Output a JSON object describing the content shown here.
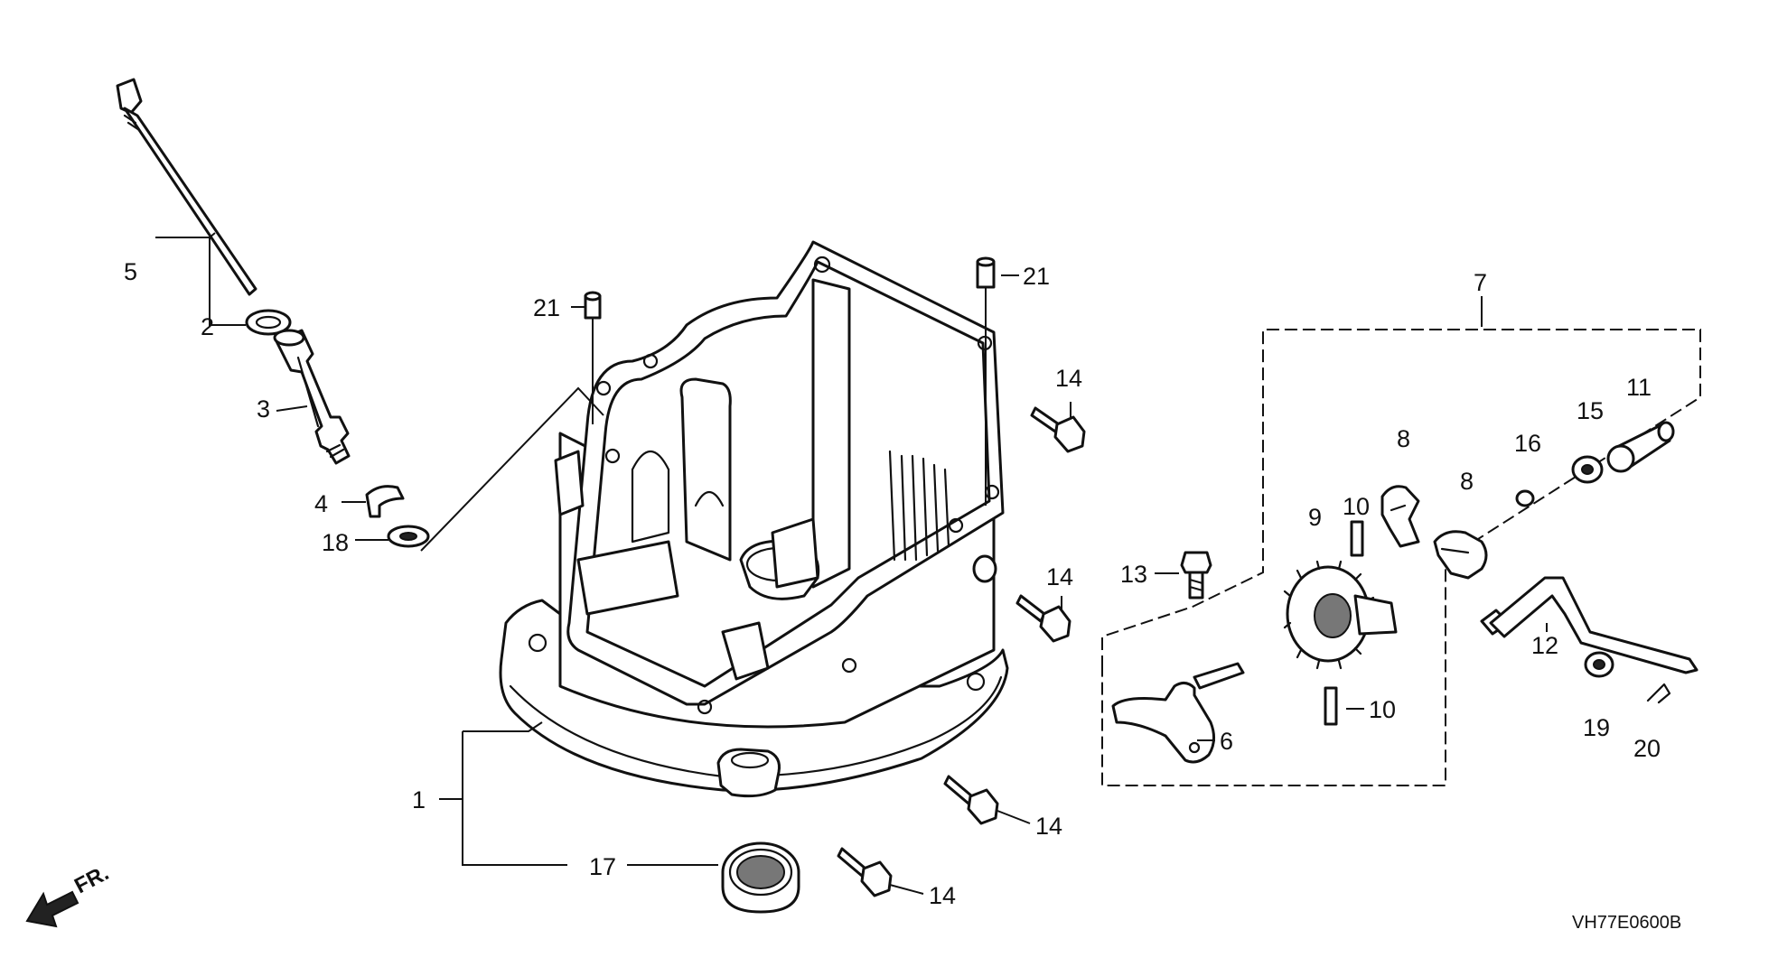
{
  "diagram": {
    "callouts": {
      "p1": "1",
      "p2": "2",
      "p3": "3",
      "p4": "4",
      "p5": "5",
      "p6": "6",
      "p7": "7",
      "p8a": "8",
      "p8b": "8",
      "p9": "9",
      "p10a": "10",
      "p10b": "10",
      "p11": "11",
      "p12": "12",
      "p13": "13",
      "p14a": "14",
      "p14b": "14",
      "p14c": "14",
      "p14d": "14",
      "p15": "15",
      "p16": "16",
      "p17": "17",
      "p18": "18",
      "p19": "19",
      "p20": "20",
      "p21a": "21",
      "p21b": "21"
    },
    "direction_label": "FR.",
    "reference_code": "VH77E0600B"
  }
}
